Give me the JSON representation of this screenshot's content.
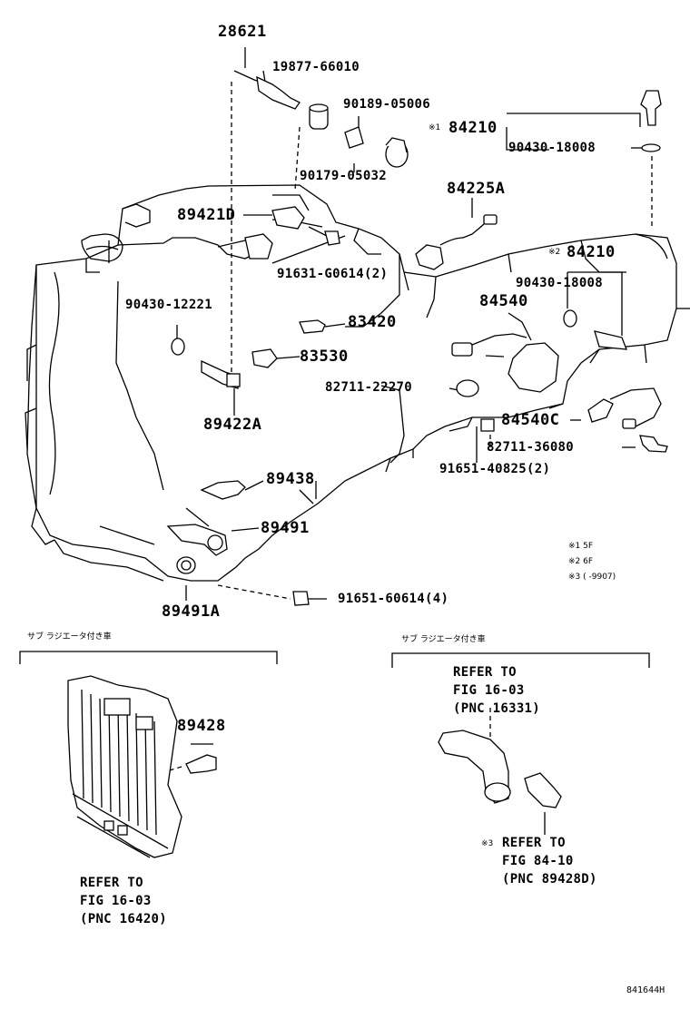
{
  "drawing_id": "841644H",
  "parts": {
    "p28621": "28621",
    "p19877": "19877-66010",
    "p90189": "90189-05006",
    "p84210a": "84210",
    "p84210a_mark": "※1",
    "p90430a": "90430-18008",
    "p90179": "90179-05032",
    "p84225A": "84225A",
    "p89421D": "89421D",
    "p91631": "91631-G0614(2)",
    "p84210b": "84210",
    "p84210b_mark": "※2",
    "p90430b": "90430-18008",
    "p90430c": "90430-12221",
    "p84540": "84540",
    "p83420": "83420",
    "p83530": "83530",
    "p82711a": "82711-22270",
    "p84540C": "84540C",
    "p89422A": "89422A",
    "p82711b": "82711-36080",
    "p91651a": "91651-40825(2)",
    "p89438": "89438",
    "p89491": "89491",
    "p89491A": "89491A",
    "p91651b": "91651-60614(4)",
    "p89428": "89428"
  },
  "notes": {
    "n1": "※1  5F",
    "n2": "※2  6F",
    "n3": "※3 (    -9907)"
  },
  "left_section": {
    "header": "サブ ラジエータ付き車",
    "refer": [
      "REFER TO",
      "FIG 16-03",
      "(PNC 16420)"
    ]
  },
  "right_section": {
    "header": "サブ ラジエータ付き車",
    "refer_top": [
      "REFER TO",
      "FIG 16-03",
      "(PNC 16331)"
    ],
    "refer_bottom_mark": "※3",
    "refer_bottom": [
      "REFER TO",
      "FIG 84-10",
      "(PNC 89428D)"
    ]
  }
}
